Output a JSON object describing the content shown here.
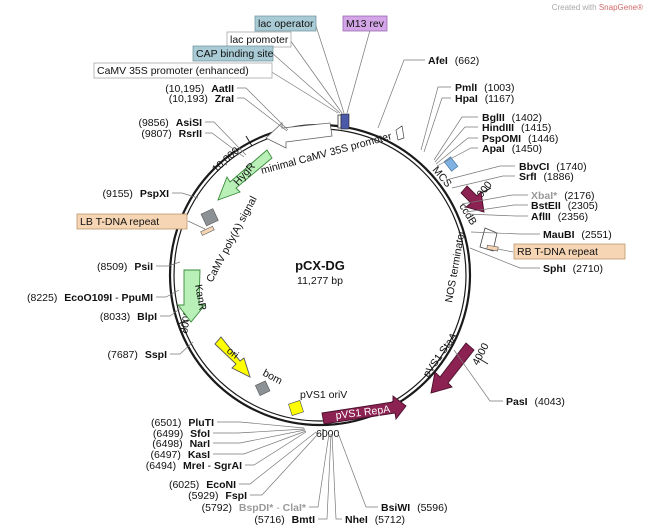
{
  "branding": {
    "prefix": "Created with",
    "product": "SnapGene®"
  },
  "plasmid": {
    "name": "pCX-DG",
    "size": "11,277 bp"
  },
  "ticks": [
    "10,000",
    "2000",
    "4000",
    "6000",
    "8000"
  ],
  "top_features": {
    "m13": "M13 rev",
    "lac_operator": "lac operator",
    "lac_promoter": "lac promoter",
    "cap": "CAP binding site",
    "camv_enh": "CaMV 35S promoter (enhanced)"
  },
  "repeats": {
    "lb": "LB T-DNA repeat",
    "rb": "RB T-DNA repeat"
  },
  "features": {
    "min_camv": "minimal CaMV 35S promoter",
    "hygr": "HygR",
    "camv_polya": "CaMV poly(A) signal",
    "kanr": "KanR",
    "ori": "ori",
    "bom": "bom",
    "pvs1_oriv": "pVS1 oriV",
    "pvs1_repa": "pVS1 RepA",
    "pvs1_staa": "pVS1 StaA",
    "nos": "NOS terminator",
    "ccdb": "ccdB",
    "mcs": "MCS"
  },
  "sites_right": [
    {
      "name": "AfeI",
      "pos": "(662)"
    },
    {
      "name": "PmlI",
      "pos": "(1003)"
    },
    {
      "name": "HpaI",
      "pos": "(1167)"
    },
    {
      "name": "BglII",
      "pos": "(1402)"
    },
    {
      "name": "HindIII",
      "pos": "(1415)"
    },
    {
      "name": "PspOMI",
      "pos": "(1446)"
    },
    {
      "name": "ApaI",
      "pos": "(1450)"
    },
    {
      "name": "BbvCI",
      "pos": "(1740)"
    },
    {
      "name": "SrfI",
      "pos": "(1886)"
    },
    {
      "name": "XbaI*",
      "pos": "(2176)"
    },
    {
      "name": "BstEII",
      "pos": "(2305)"
    },
    {
      "name": "AflII",
      "pos": "(2356)"
    },
    {
      "name": "MauBI",
      "pos": "(2551)"
    },
    {
      "name": "SphI",
      "pos": "(2710)"
    },
    {
      "name": "PasI",
      "pos": "(4043)"
    }
  ],
  "sites_left": [
    {
      "pos": "(10,195)",
      "name": "AatII"
    },
    {
      "pos": "(10,193)",
      "name": "ZraI"
    },
    {
      "pos": "(9856)",
      "name": "AsiSI"
    },
    {
      "pos": "(9807)",
      "name": "RsrII"
    },
    {
      "pos": "(9155)",
      "name": "PspXI"
    },
    {
      "pos": "(8509)",
      "name": "PsiI"
    },
    {
      "pos": "(8225)",
      "name": "EcoO109I",
      "sep": " - ",
      "name2": "PpuMI"
    },
    {
      "pos": "(8033)",
      "name": "BlpI"
    },
    {
      "pos": "(7687)",
      "name": "SspI"
    }
  ],
  "sites_bottom_left": [
    {
      "pos": "(6501)",
      "name": "PluTI"
    },
    {
      "pos": "(6499)",
      "name": "SfoI"
    },
    {
      "pos": "(6498)",
      "name": "NarI"
    },
    {
      "pos": "(6497)",
      "name": "KasI"
    },
    {
      "pos": "(6494)",
      "name": "MreI",
      "sep": " - ",
      "name2": "SgrAI"
    },
    {
      "pos": "(6025)",
      "name": "EcoNI"
    },
    {
      "pos": "(5929)",
      "name": "FspI"
    },
    {
      "pos": "(5792)",
      "name": "BspDI*",
      "sep": " - ",
      "name2": "ClaI*"
    },
    {
      "pos": "(5716)",
      "name": "BmtI"
    }
  ],
  "sites_bottom_right": [
    {
      "name": "NheI",
      "pos": "(5712)"
    },
    {
      "name": "BsiWI",
      "pos": "(5596)"
    }
  ],
  "colors": {
    "backbone": "#1a1a1a",
    "selection_marker": "#b8f0b8",
    "selection_stroke": "#3a8a3a",
    "ori": "#ffff00",
    "rep_origin": "#8b2252",
    "promoter_fill": "#ffffff",
    "lac_operator_tag": "#a9cbd5",
    "m13_tag": "#d4a6e8",
    "repeat_tag": "#f6d5b4",
    "mcs": "#7fb2e0",
    "bom": "#8c9196",
    "muted_site": "#9a9a9a"
  }
}
